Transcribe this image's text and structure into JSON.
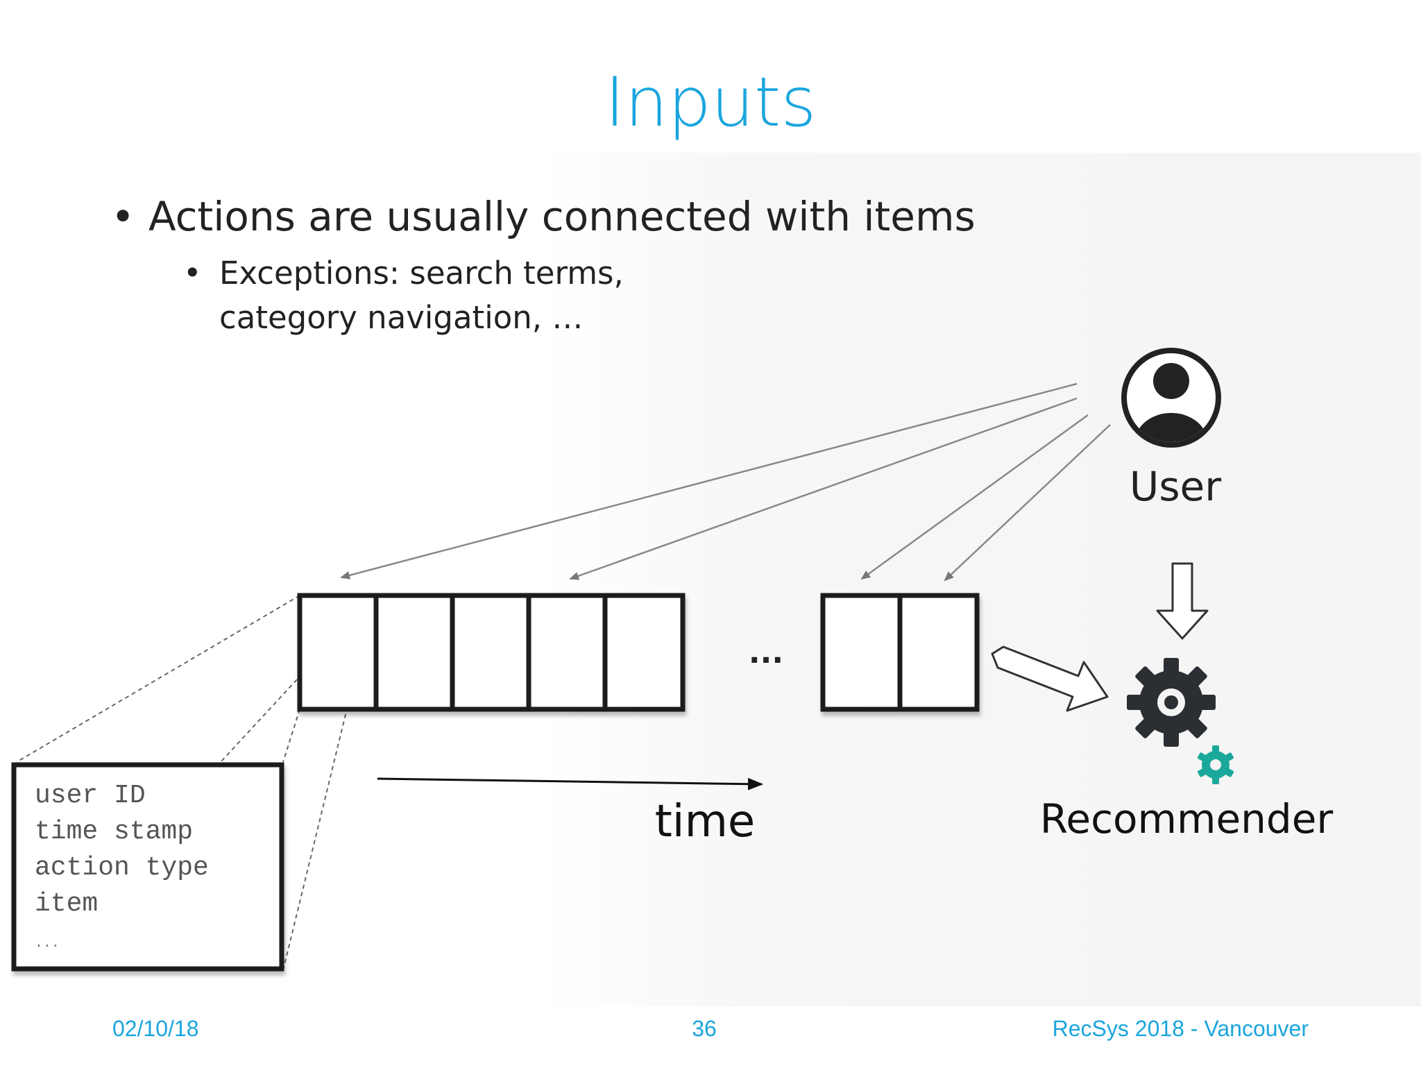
{
  "slide": {
    "title": "Inputs",
    "bullets": [
      {
        "text": "Actions are usually connected with items",
        "sub_bullets": [
          {
            "lines": [
              "Exceptions: search terms,",
              "category navigation, …"
            ]
          }
        ]
      }
    ],
    "bullet_symbol": "•"
  },
  "diagram": {
    "user_label": "User",
    "recommender_label": "Recommender",
    "time_label": "time",
    "ellipsis": "...",
    "record_fields": [
      "user ID",
      "time stamp",
      "action type",
      "item",
      "..."
    ],
    "icons": [
      "user-avatar-icon",
      "gear-icon",
      "small-gear-icon"
    ]
  },
  "footer": {
    "date": "02/10/18",
    "page_number": "36",
    "conference": "RecSys 2018 - Vancouver"
  },
  "colors": {
    "title": "#1aa5dd",
    "footer": "#1aa5dd",
    "text": "#222222",
    "gear_teal": "#1aa89a",
    "gear_dark": "#2b2f33"
  }
}
